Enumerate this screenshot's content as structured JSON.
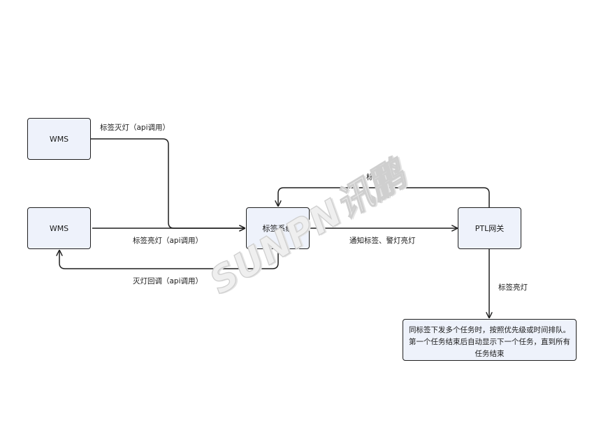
{
  "nodes": {
    "wms_top": "WMS",
    "wms_bottom": "WMS",
    "label_system": "标签系统",
    "ptl_gateway": "PTL网关"
  },
  "edges": {
    "wms_top_to_system": "标签灭灯（api调用）",
    "wms_bottom_to_system": "标签亮灯（api调用）",
    "system_to_wms_bottom": "灭灯回调（api调用）",
    "system_to_ptl": "通知标签、警灯亮灯",
    "ptl_to_system": "标签灭灯",
    "ptl_to_note": "标签亮灯"
  },
  "note": {
    "lines": [
      "同标签下发多个任务时，按照优先级或时间排队。",
      "第一个任务结束后自动显示下一个任务，直到所有",
      "任务结束"
    ]
  },
  "watermark": "SUNPN讯鹏",
  "colors": {
    "node_fill": "#eef2fb",
    "stroke": "#1f1f1f"
  }
}
